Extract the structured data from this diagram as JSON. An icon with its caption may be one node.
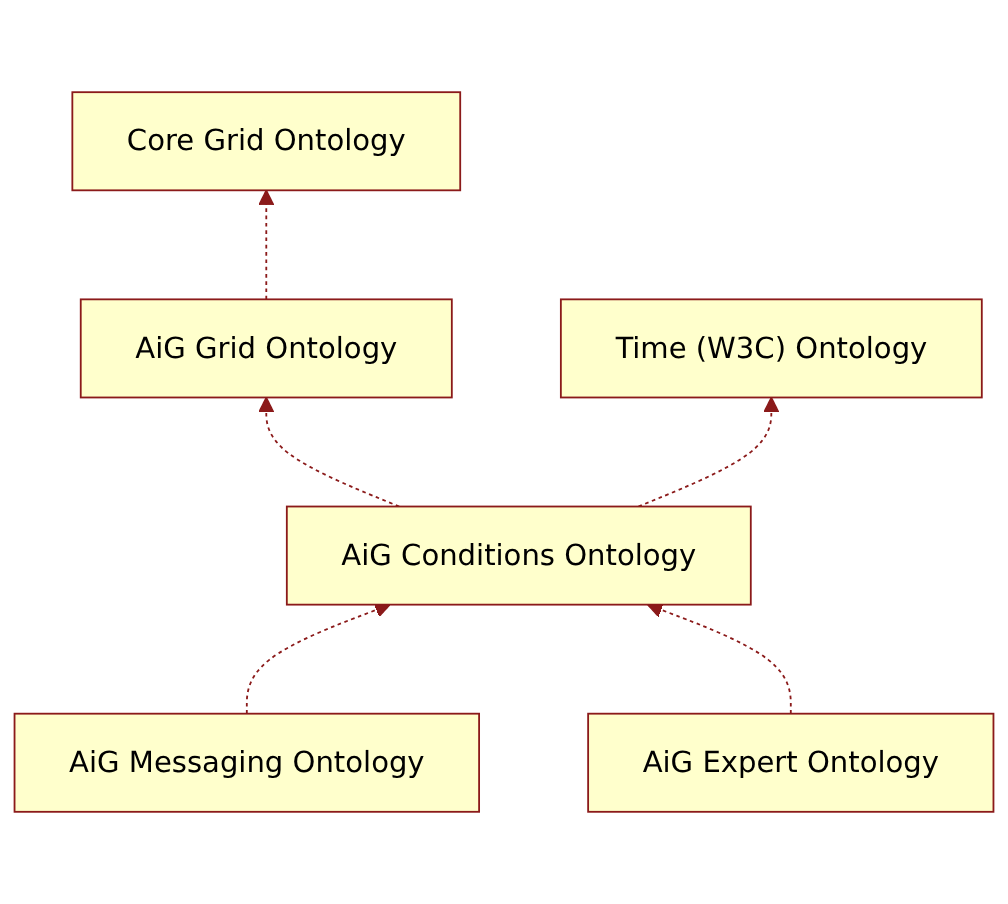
{
  "diagram": {
    "nodes": [
      {
        "text": [
          "Core Grid Ontology"
        ]
      },
      {
        "text": [
          "AiG Grid Ontology"
        ]
      },
      {
        "text": [
          "Time (W3C) Ontology"
        ]
      },
      {
        "text": [
          "AiG Conditions Ontology"
        ]
      },
      {
        "text": [
          "AiG Messaging Ontology"
        ]
      },
      {
        "text": [
          "AiG Expert Ontology"
        ]
      }
    ],
    "edges": [
      {
        "from": 1,
        "to": 0,
        "arrow": "to",
        "style": "dashed"
      },
      {
        "from": 3,
        "to": 1,
        "arrow": "to",
        "style": "dashed"
      },
      {
        "from": 3,
        "to": 2,
        "arrow": "to",
        "style": "dashed"
      },
      {
        "from": 4,
        "to": 3,
        "arrow": "to",
        "style": "dashed"
      },
      {
        "from": 5,
        "to": 3,
        "arrow": "to",
        "style": "dashed"
      }
    ]
  }
}
